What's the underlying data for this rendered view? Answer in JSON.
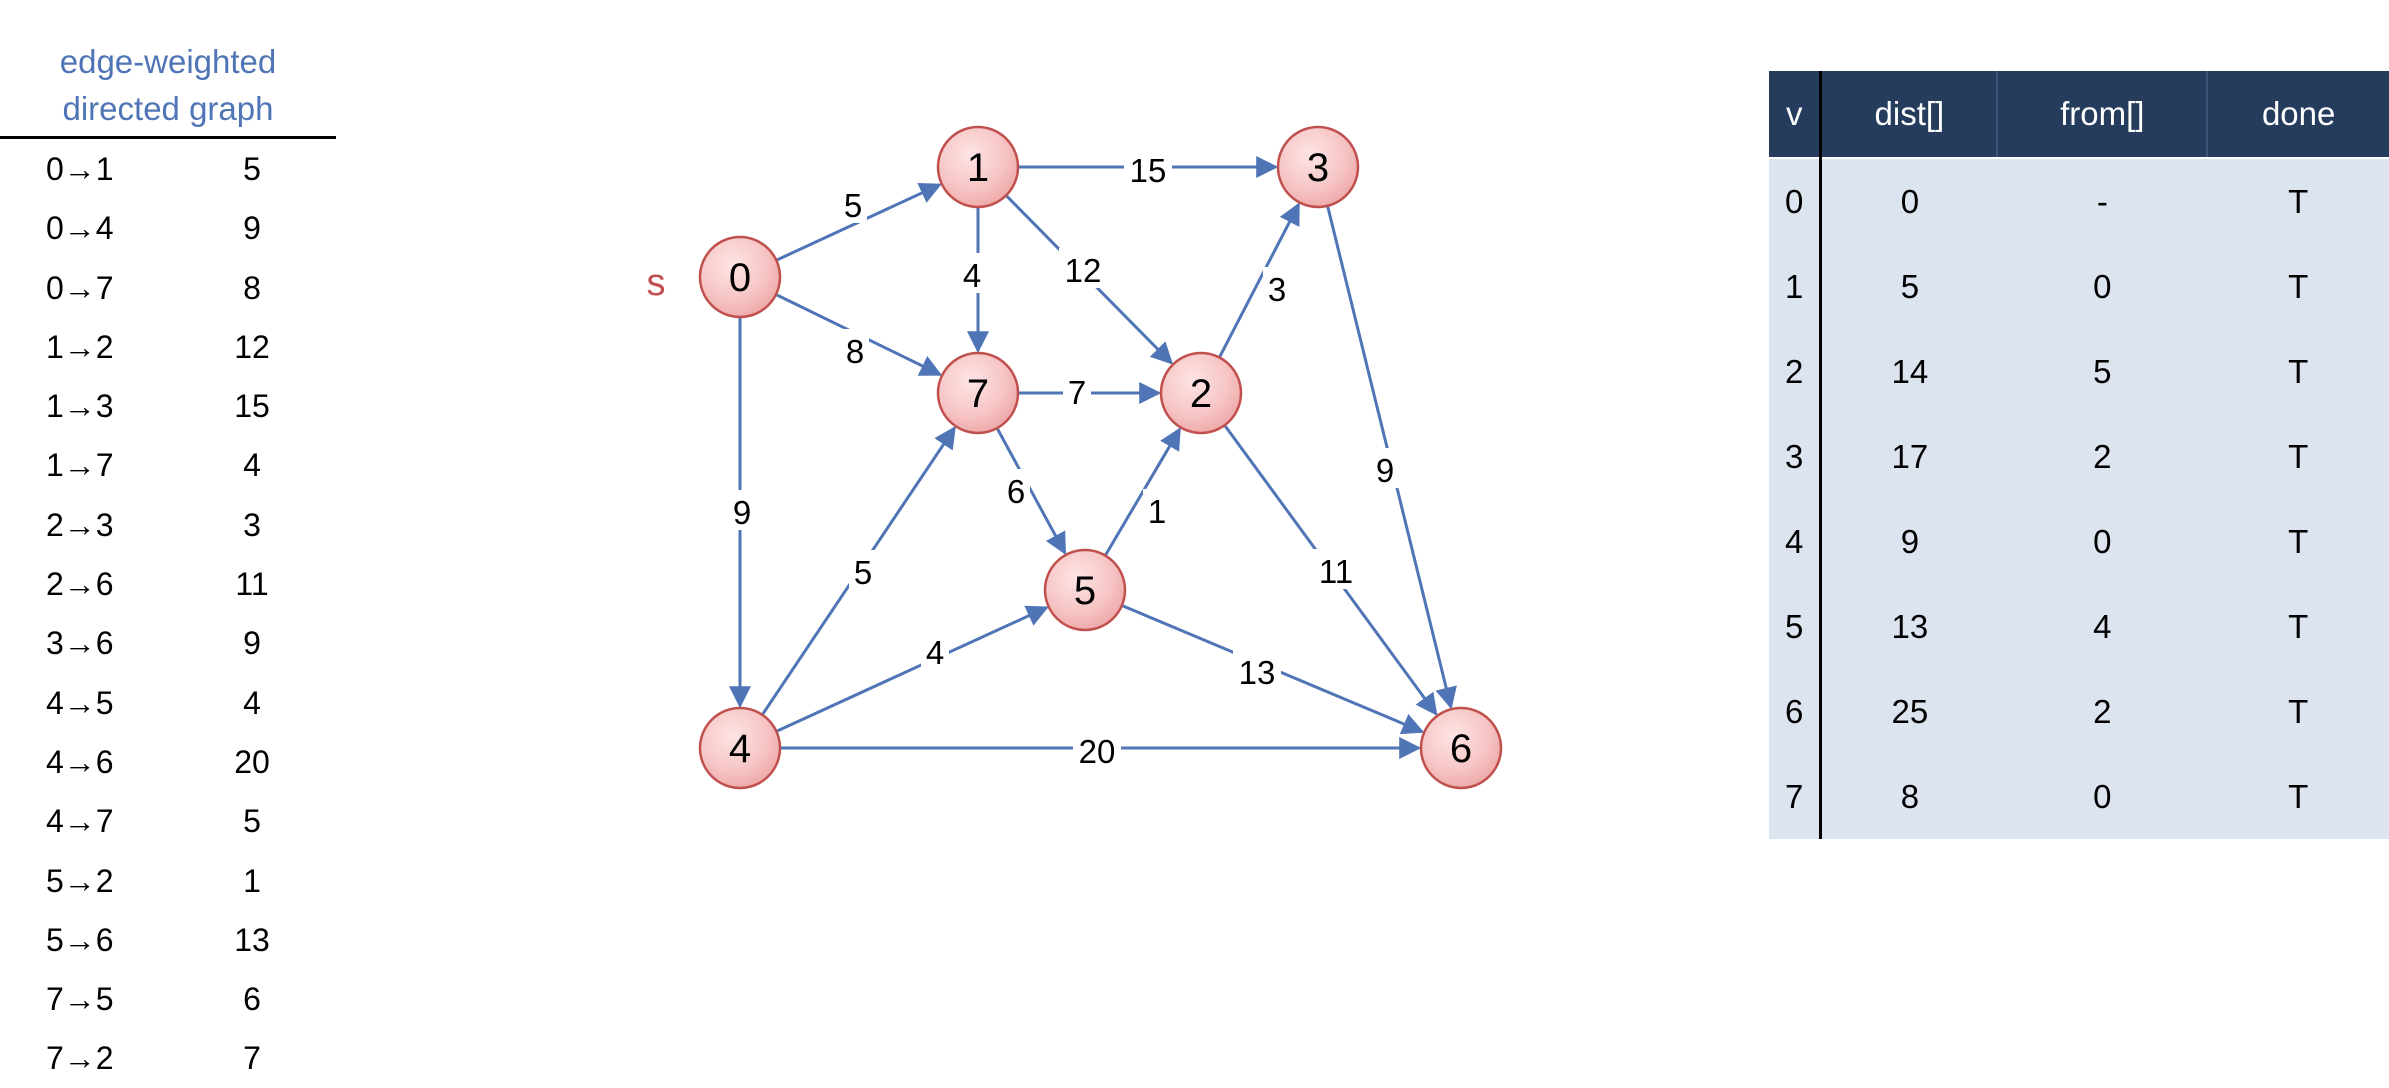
{
  "edge_list": {
    "title": "edge-weighted\ndirected graph",
    "edges": [
      {
        "edge": "0→1",
        "weight": "5"
      },
      {
        "edge": "0→4",
        "weight": "9"
      },
      {
        "edge": "0→7",
        "weight": "8"
      },
      {
        "edge": "1→2",
        "weight": "12"
      },
      {
        "edge": "1→3",
        "weight": "15"
      },
      {
        "edge": "1→7",
        "weight": "4"
      },
      {
        "edge": "2→3",
        "weight": "3"
      },
      {
        "edge": "2→6",
        "weight": "11"
      },
      {
        "edge": "3→6",
        "weight": "9"
      },
      {
        "edge": "4→5",
        "weight": "4"
      },
      {
        "edge": "4→6",
        "weight": "20"
      },
      {
        "edge": "4→7",
        "weight": "5"
      },
      {
        "edge": "5→2",
        "weight": "1"
      },
      {
        "edge": "5→6",
        "weight": "13"
      },
      {
        "edge": "7→5",
        "weight": "6"
      },
      {
        "edge": "7→2",
        "weight": "7"
      }
    ]
  },
  "graph": {
    "source_label": "s",
    "colors": {
      "node_fill": "#f7c6c6",
      "node_stroke": "#c0504d",
      "edge": "#4f75b6",
      "source_label": "#c0504d"
    },
    "nodes": [
      "0",
      "1",
      "2",
      "3",
      "4",
      "5",
      "6",
      "7"
    ],
    "edges": [
      {
        "from": "0",
        "to": "1",
        "weight": "5"
      },
      {
        "from": "0",
        "to": "4",
        "weight": "9"
      },
      {
        "from": "0",
        "to": "7",
        "weight": "8"
      },
      {
        "from": "1",
        "to": "2",
        "weight": "12"
      },
      {
        "from": "1",
        "to": "3",
        "weight": "15"
      },
      {
        "from": "1",
        "to": "7",
        "weight": "4"
      },
      {
        "from": "2",
        "to": "3",
        "weight": "3"
      },
      {
        "from": "2",
        "to": "6",
        "weight": "11"
      },
      {
        "from": "3",
        "to": "6",
        "weight": "9"
      },
      {
        "from": "4",
        "to": "5",
        "weight": "4"
      },
      {
        "from": "4",
        "to": "6",
        "weight": "20"
      },
      {
        "from": "4",
        "to": "7",
        "weight": "5"
      },
      {
        "from": "5",
        "to": "2",
        "weight": "1"
      },
      {
        "from": "5",
        "to": "6",
        "weight": "13"
      },
      {
        "from": "7",
        "to": "5",
        "weight": "6"
      },
      {
        "from": "7",
        "to": "2",
        "weight": "7"
      }
    ]
  },
  "table": {
    "headers": [
      "v",
      "dist[]",
      "from[]",
      "done"
    ],
    "rows": [
      [
        "0",
        "0",
        "-",
        "T"
      ],
      [
        "1",
        "5",
        "0",
        "T"
      ],
      [
        "2",
        "14",
        "5",
        "T"
      ],
      [
        "3",
        "17",
        "2",
        "T"
      ],
      [
        "4",
        "9",
        "0",
        "T"
      ],
      [
        "5",
        "13",
        "4",
        "T"
      ],
      [
        "6",
        "25",
        "2",
        "T"
      ],
      [
        "7",
        "8",
        "0",
        "T"
      ]
    ]
  }
}
